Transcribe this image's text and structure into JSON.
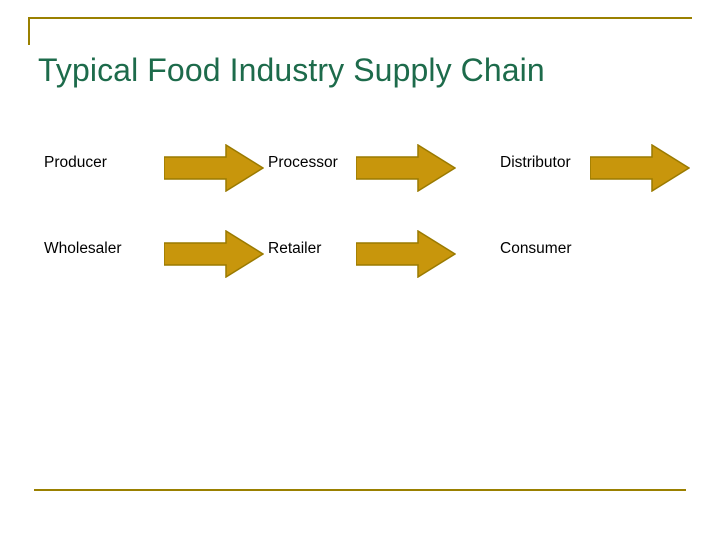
{
  "slide": {
    "title": "Typical Food Industry Supply Chain",
    "colors": {
      "title": "#1d6b4b",
      "rules": "#9a8000",
      "arrow_fill": "#c8960c",
      "arrow_stroke": "#9a7a00",
      "label": "#000000",
      "background": "#ffffff"
    },
    "chain": {
      "rows": [
        {
          "nodes": [
            {
              "label": "Producer",
              "arrow": "right-arrow"
            },
            {
              "label": "Processor",
              "arrow": "right-arrow"
            },
            {
              "label": "Distributor",
              "arrow": "right-arrow"
            }
          ]
        },
        {
          "nodes": [
            {
              "label": "Wholesaler",
              "arrow": "right-arrow"
            },
            {
              "label": "Retailer",
              "arrow": "right-arrow"
            },
            {
              "label": "Consumer",
              "arrow": "none"
            }
          ]
        }
      ]
    }
  }
}
